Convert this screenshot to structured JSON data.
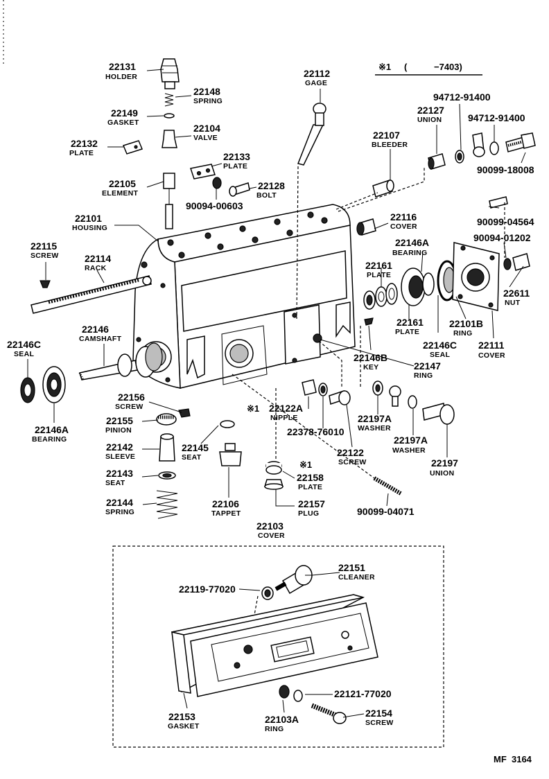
{
  "header": {
    "note_mark": "※1",
    "note_paren_open": "(",
    "note_range": "−7403)"
  },
  "parts": [
    {
      "id": "p22131",
      "number": "22131",
      "name": "HOLDER"
    },
    {
      "id": "p22148",
      "number": "22148",
      "name": "SPRING"
    },
    {
      "id": "p22149",
      "number": "22149",
      "name": "GASKET"
    },
    {
      "id": "p22104",
      "number": "22104",
      "name": "VALVE"
    },
    {
      "id": "p22132",
      "number": "22132",
      "name": "PLATE"
    },
    {
      "id": "p22133",
      "number": "22133",
      "name": "PLATE"
    },
    {
      "id": "p22105",
      "number": "22105",
      "name": "ELEMENT"
    },
    {
      "id": "p22128",
      "number": "22128",
      "name": "BOLT"
    },
    {
      "id": "p9009400603",
      "number": "90094-00603",
      "name": ""
    },
    {
      "id": "p22101",
      "number": "22101",
      "name": "HOUSING"
    },
    {
      "id": "p22112",
      "number": "22112",
      "name": "GAGE"
    },
    {
      "id": "p22107",
      "number": "22107",
      "name": "BLEEDER"
    },
    {
      "id": "p22127",
      "number": "22127",
      "name": "UNION"
    },
    {
      "id": "p9471291400a",
      "number": "94712-91400",
      "name": ""
    },
    {
      "id": "p9471291400b",
      "number": "94712-91400",
      "name": ""
    },
    {
      "id": "p9009918008",
      "number": "90099-18008",
      "name": ""
    },
    {
      "id": "p22116",
      "number": "22116",
      "name": "COVER"
    },
    {
      "id": "p9009904564",
      "number": "90099-04564",
      "name": ""
    },
    {
      "id": "p9009401202",
      "number": "90094-01202",
      "name": ""
    },
    {
      "id": "p22146A_r",
      "number": "22146A",
      "name": "BEARING"
    },
    {
      "id": "p22161_a",
      "number": "22161",
      "name": "PLATE"
    },
    {
      "id": "p22611",
      "number": "22611",
      "name": "NUT"
    },
    {
      "id": "p22161_b",
      "number": "22161",
      "name": "PLATE"
    },
    {
      "id": "p22101B",
      "number": "22101B",
      "name": "RING"
    },
    {
      "id": "p22146C_r",
      "number": "22146C",
      "name": "SEAL"
    },
    {
      "id": "p22111",
      "number": "22111",
      "name": "COVER"
    },
    {
      "id": "p22115",
      "number": "22115",
      "name": "SCREW"
    },
    {
      "id": "p22114",
      "number": "22114",
      "name": "RACK"
    },
    {
      "id": "p22146",
      "number": "22146",
      "name": "CAMSHAFT"
    },
    {
      "id": "p22146C_l",
      "number": "22146C",
      "name": "SEAL"
    },
    {
      "id": "p22146A_l",
      "number": "22146A",
      "name": "BEARING"
    },
    {
      "id": "p22146B",
      "number": "22146B",
      "name": "KEY"
    },
    {
      "id": "p22147",
      "number": "22147",
      "name": "RING"
    },
    {
      "id": "p22156",
      "number": "22156",
      "name": "SCREW"
    },
    {
      "id": "p22155",
      "number": "22155",
      "name": "PINION"
    },
    {
      "id": "p22122A",
      "number": "22122A",
      "name": "NIPPLE"
    },
    {
      "id": "p2237876010",
      "number": "22378-76010",
      "name": ""
    },
    {
      "id": "p22197A_a",
      "number": "22197A",
      "name": "WASHER"
    },
    {
      "id": "p22197A_b",
      "number": "22197A",
      "name": "WASHER"
    },
    {
      "id": "p22122",
      "number": "22122",
      "name": "SCREW"
    },
    {
      "id": "p22197",
      "number": "22197",
      "name": "UNION"
    },
    {
      "id": "p22142",
      "number": "22142",
      "name": "SLEEVE"
    },
    {
      "id": "p22145",
      "number": "22145",
      "name": "SEAT"
    },
    {
      "id": "p22143",
      "number": "22143",
      "name": "SEAT"
    },
    {
      "id": "p22158",
      "number": "22158",
      "name": "PLATE"
    },
    {
      "id": "p22144",
      "number": "22144",
      "name": "SPRING"
    },
    {
      "id": "p22106",
      "number": "22106",
      "name": "TAPPET"
    },
    {
      "id": "p22157",
      "number": "22157",
      "name": "PLUG"
    },
    {
      "id": "p9009904071",
      "number": "90099-04071",
      "name": ""
    },
    {
      "id": "p22103",
      "number": "22103",
      "name": "COVER"
    },
    {
      "id": "p22151",
      "number": "22151",
      "name": "CLEANER"
    },
    {
      "id": "p2211977020",
      "number": "22119-77020",
      "name": ""
    },
    {
      "id": "p2212177020",
      "number": "22121-77020",
      "name": ""
    },
    {
      "id": "p22153",
      "number": "22153",
      "name": "GASKET"
    },
    {
      "id": "p22103A",
      "number": "22103A",
      "name": "RING"
    },
    {
      "id": "p22154",
      "number": "22154",
      "name": "SCREW"
    }
  ],
  "footer": {
    "ref": "MF  3164"
  }
}
